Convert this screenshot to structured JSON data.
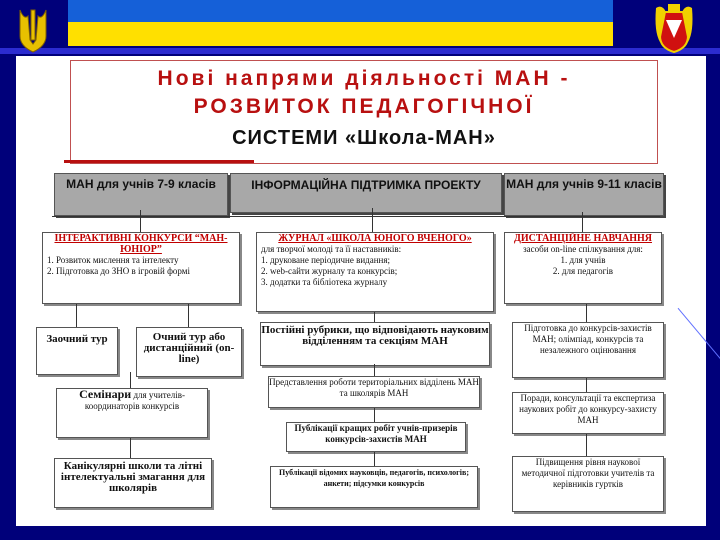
{
  "title": {
    "line1": "Нові напрями діяльності МАН -",
    "line2": "РОЗВИТОК ПЕДАГОГІЧНОЇ",
    "line3": "СИСТЕМИ «Школа-МАН»"
  },
  "headers": {
    "left": "МАН для учнів 7-9 класів",
    "center": "ІНФОРМАЦІЙНА ПІДТРИМКА ПРОЕКТУ",
    "right": "МАН для учнів 9-11 класів"
  },
  "left_column": {
    "contests": {
      "title": "ІНТЕРАКТИВНІ КОНКУРСИ “МАН-ЮНІОР”",
      "items": [
        "1. Розвиток мислення та інтелекту",
        "2. Підготовка до ЗНО в ігровій формі"
      ]
    },
    "correspondence": "Заочний тур",
    "fulltime": "Очний тур або дистанційний (on-line)",
    "seminars_title": "Семінари",
    "seminars_rest": "для учителів-координаторів конкурсів",
    "schools": "Канікулярні школи та літні інтелектуальні змагання для школярів"
  },
  "center_column": {
    "journal": {
      "title": "ЖУРНАЛ «ШКОЛА ЮНОГО ВЧЕНОГО»",
      "intro": "для творчої молоді та її наставників:",
      "items": [
        "1. друковане періодичне видання;",
        "2. web-сайти журналу та конкурсів;",
        "3. додатки та бібліотека журналу"
      ]
    },
    "rubrics": "Постійні рубрики, що відповідають науковим відділенням та секціям МАН",
    "presentation": "Представлення роботи територіальних відділень МАН та школярів МАН",
    "publication": "Публікації кращих робіт учнів-призерів конкурсів-захистів МАН",
    "scientists": "Публікації відомих науковців, педагогів, психологів; анкети; підсумки конкурсів"
  },
  "right_column": {
    "distance": {
      "title": "ДИСТАНЦІЙНЕ НАВЧАННЯ",
      "intro": "засоби on-line спілкування для:",
      "items": [
        "1. для учнів",
        "2. для педагогів"
      ]
    },
    "prep": "Підготовка до конкурсів-захистів МАН; олімпіад, конкурсів та незалежного оцінювання",
    "advice": "Поради, консультації та експертиза наукових робіт до конкурсу-захисту МАН",
    "methods": "Підвищення рівня наукової методичної підготовки учителів та керівників гуртків"
  }
}
